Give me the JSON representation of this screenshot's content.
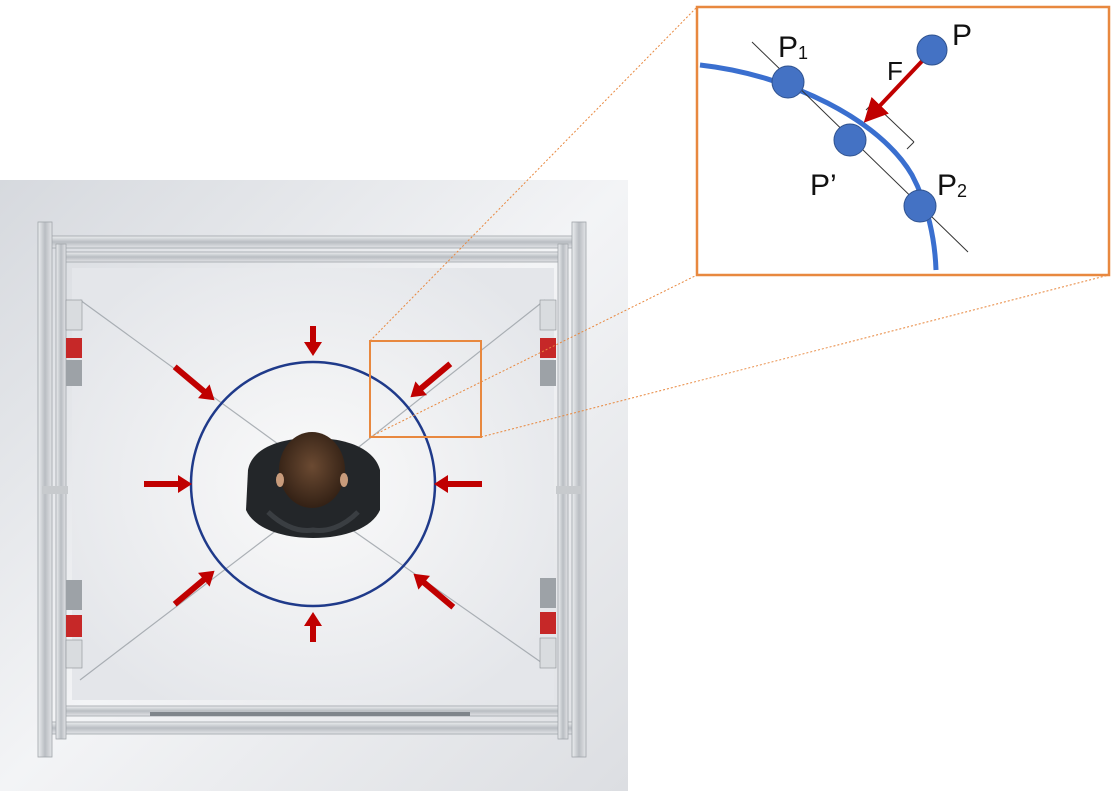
{
  "inset": {
    "point_labels": {
      "p1_main": "P",
      "p1_sub": "1",
      "p": "P",
      "force": "F",
      "p_prime": "P’",
      "p2_main": "P",
      "p2_sub": "2"
    }
  },
  "colors": {
    "highlight_box": "#e8883f",
    "arrow": "#c00000",
    "circle": "#1f3a8a",
    "inset_curve": "#3a6fcf",
    "point_fill": "#4472c4",
    "frame_rail": "#c9cccf"
  },
  "icons": {
    "person": "person-top-view-icon",
    "arrow": "force-arrow-icon",
    "motor": "motor-icon"
  }
}
